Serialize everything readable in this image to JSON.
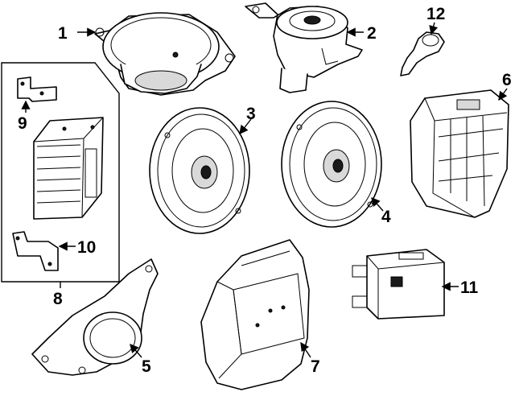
{
  "callouts": [
    {
      "num": "1"
    },
    {
      "num": "2"
    },
    {
      "num": "3"
    },
    {
      "num": "4"
    },
    {
      "num": "5"
    },
    {
      "num": "6"
    },
    {
      "num": "7"
    },
    {
      "num": "8"
    },
    {
      "num": "9"
    },
    {
      "num": "10"
    },
    {
      "num": "11"
    },
    {
      "num": "12"
    }
  ]
}
